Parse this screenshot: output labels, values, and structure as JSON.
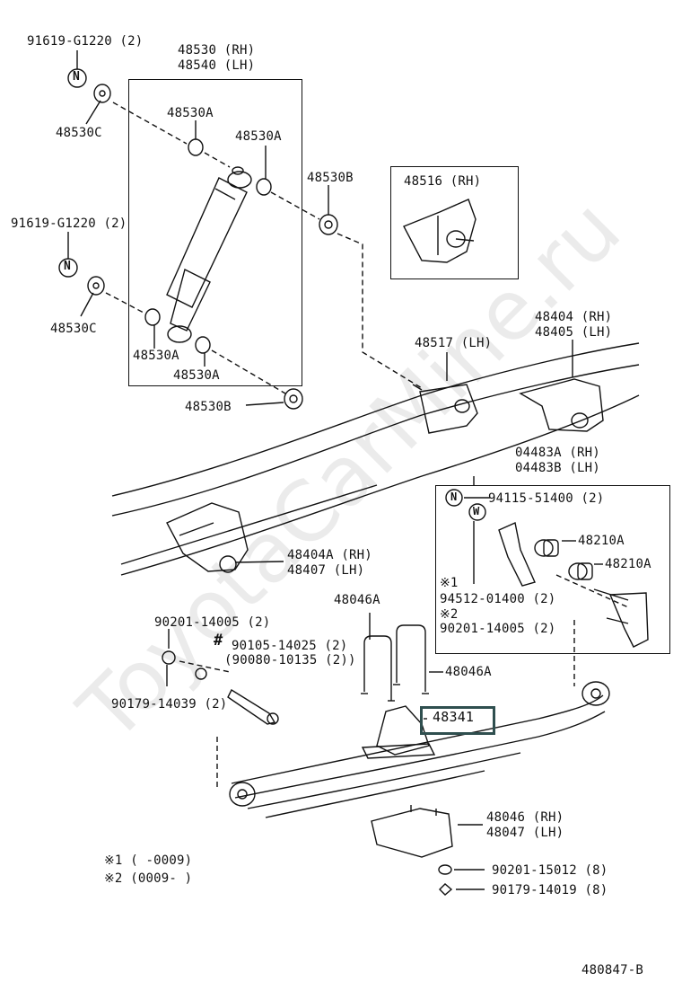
{
  "watermark": "ToyotaCarMine.ru",
  "diagram_id": "480847-B",
  "labels": {
    "n_clip_top": "91619-G1220 (2)",
    "n_clip_mid": "91619-G1220 (2)",
    "shock_rh": "48530 (RH)",
    "shock_lh": "48540 (LH)",
    "c_top": "48530C",
    "c_mid": "48530C",
    "a1": "48530A",
    "a2": "48530A",
    "a3": "48530A",
    "a4": "48530A",
    "b_top": "48530B",
    "b_bottom": "48530B",
    "hanger_rh": "48516 (RH)",
    "hanger_lh": "48517 (LH)",
    "bracket_rh": "48404 (RH)",
    "bracket_lh": "48405 (LH)",
    "rbracket_rh": "48404A (RH)",
    "rbracket_lh": "48407  (LH)",
    "shackle_rh": "04483A (RH)",
    "shackle_lh": "04483B (LH)",
    "shackle_n": "94115-51400 (2)",
    "note1_sym": "※1",
    "washer": "94512-01400 (2)",
    "note2_sym": "※2",
    "bolt_a": "90201-14005 (2)",
    "bush1": "48210A",
    "bush2": "48210A",
    "washer_left": "90201-14005 (2)",
    "hash_sym": "#",
    "bolt_left": "90105-14025 (2)",
    "bolt_left_alt": "(90080-10135 (2))",
    "nut_left": "90179-14039 (2)",
    "ubolt1": "48046A",
    "ubolt2": "48046A",
    "bumper": "48341",
    "seat_rh": "48046 (RH)",
    "seat_lh": "48047 (LH)",
    "seat_washer": "90201-15012 (8)",
    "seat_nut": "90179-14019 (8)",
    "legend1": "※1 (     -0009)",
    "legend2": "※2 (0009-     )"
  },
  "n_symbol": "N",
  "w_symbol": "W",
  "highlight_color": "#2f4f4f"
}
